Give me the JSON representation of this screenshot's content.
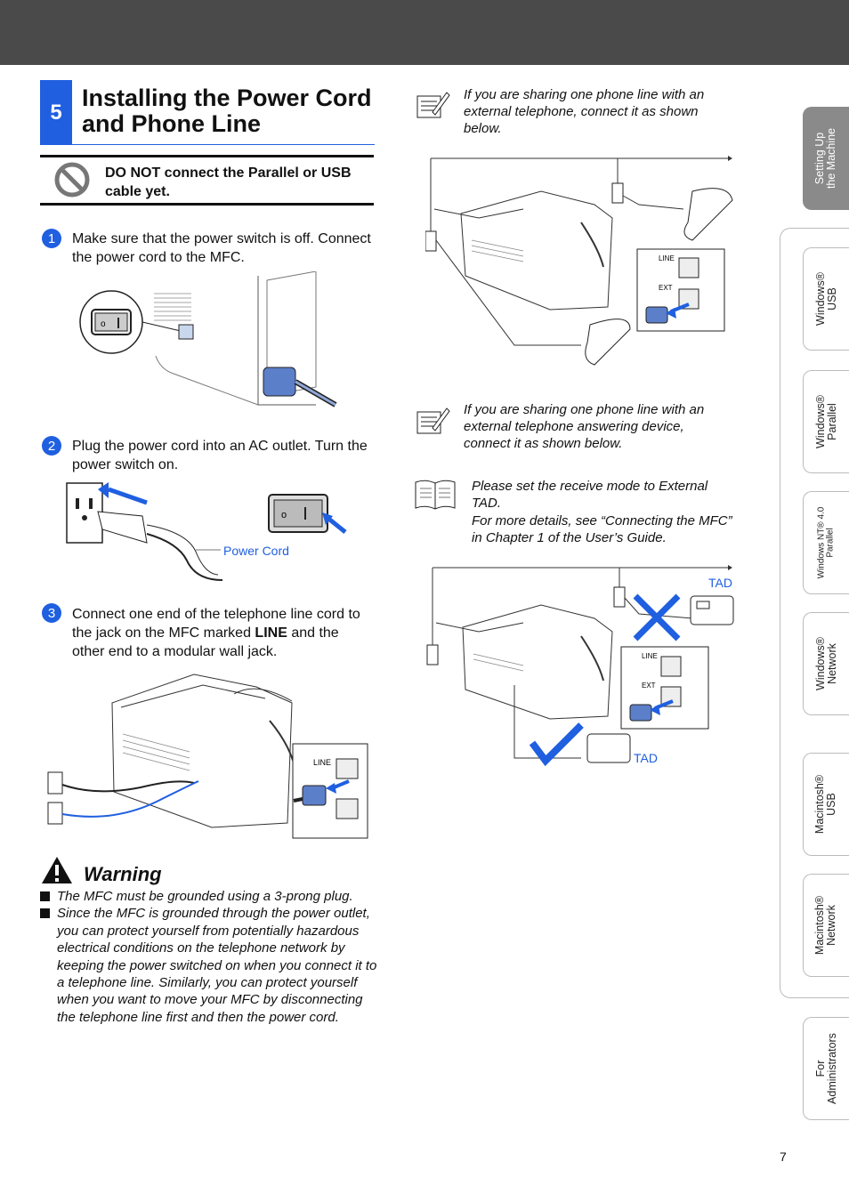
{
  "section": {
    "number": "5",
    "title": "Installing the Power Cord and Phone Line",
    "caution": "DO NOT connect the Parallel or USB cable yet."
  },
  "steps": [
    {
      "bullet": "1",
      "text": "Make sure that the power switch is off. Connect the power cord to the MFC."
    },
    {
      "bullet": "2",
      "text": "Plug the power cord into an AC outlet. Turn the power switch on."
    },
    {
      "bullet": "3",
      "text_before": "Connect one end of the telephone line cord to the jack on the MFC marked ",
      "text_bold": "LINE",
      "text_after": " and the other end to a modular wall jack."
    }
  ],
  "figure_labels": {
    "power_cord": "Power Cord",
    "line": "LINE",
    "ext": "EXT",
    "tad_top": "TAD",
    "tad_bottom": "TAD"
  },
  "warning": {
    "title": "Warning",
    "items": [
      "The MFC must be grounded using a 3-prong plug.",
      "Since the MFC is grounded through the power outlet, you can protect yourself from potentially hazardous electrical conditions on the telephone network by keeping the power switched on when you connect it to a telephone line. Similarly, you can protect yourself when you want to move your MFC by disconnecting the telephone line first and then the power cord."
    ]
  },
  "notes": {
    "external_phone": "If you are sharing one phone line with an external telephone, connect it as shown below.",
    "answering_device": "If you are sharing one phone line with an external telephone answering device, connect it as shown below.",
    "receive_mode_1": "Please set the receive mode to External TAD.",
    "receive_mode_2": "For more details, see “Connecting the MFC” in Chapter 1 of the User’s Guide."
  },
  "side_tabs": [
    {
      "line1": "Setting Up",
      "line2": "the Machine",
      "active": true
    },
    {
      "line1": "Windows®",
      "line2": "USB",
      "active": false
    },
    {
      "line1": "Windows®",
      "line2": "Parallel",
      "active": false
    },
    {
      "line1": "Windows NT® 4.0",
      "line2": "Parallel",
      "active": false
    },
    {
      "line1": "Windows®",
      "line2": "Network",
      "active": false
    },
    {
      "line1": "Macintosh®",
      "line2": "USB",
      "active": false
    },
    {
      "line1": "Macintosh®",
      "line2": "Network",
      "active": false
    },
    {
      "line1": "For",
      "line2": "Administrators",
      "active": false
    }
  ],
  "page_number": "7",
  "colors": {
    "accent": "#1f5fe0",
    "header_bar": "#4a4a4a",
    "active_tab": "#8a8a8a"
  }
}
